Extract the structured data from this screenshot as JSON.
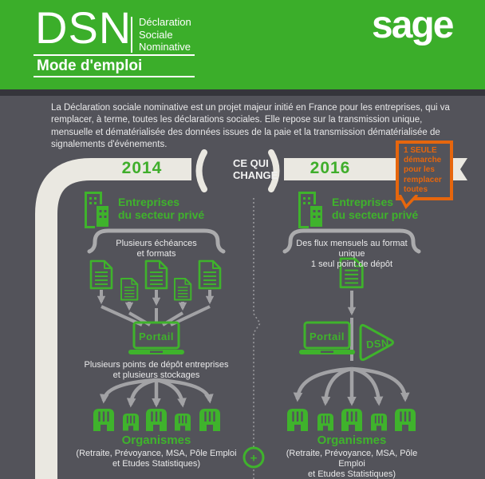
{
  "header": {
    "logo": "DSN",
    "logo_sub": [
      "Déclaration",
      "Sociale",
      "Nominative"
    ],
    "tagline": "Mode d'emploi",
    "brand": "sage"
  },
  "intro": "La Déclaration sociale nominative est un projet majeur initié en France pour les entreprises, qui va remplacer, à terme, toutes les déclarations sociales. Elle repose sur la transmission unique, mensuelle et dématérialisée des données issues de la paie et la transmission dématérialisée de signalements d'événements.",
  "timeline": {
    "year_left": "2014",
    "center": [
      "CE QUI",
      "CHANGE"
    ],
    "year_right": "2016",
    "callout_lines": [
      "1 SEULE",
      "démarche",
      "pour les",
      "remplacer",
      "toutes"
    ]
  },
  "divider": {
    "plus": "+"
  },
  "col2014": {
    "title": [
      "Entreprises",
      "du secteur privé"
    ],
    "brace": [
      "Plusieurs échéances",
      "et formats"
    ],
    "portal": "Portail",
    "deposit": [
      "Plusieurs points de dépôt entreprises",
      "et plusieurs stockages"
    ],
    "organisms": "Organismes",
    "organisms_detail": [
      "(Retraite, Prévoyance, MSA, Pôle Emploi",
      "et Etudes Statistiques)"
    ]
  },
  "col2016": {
    "title": [
      "Entreprises",
      "du secteur privé"
    ],
    "brace": [
      "Des flux mensuels au format unique",
      "1 seul point de dépôt"
    ],
    "portal": "Portail",
    "dsn": "DSN",
    "organisms": "Organismes",
    "organisms_detail": [
      "(Retraite, Prévoyance, MSA, Pôle Emploi",
      "et Etudes Statistiques)"
    ]
  },
  "colors": {
    "header_green": "#3BAE2A",
    "accent_green": "#3FB32C",
    "background": "#53535A",
    "band_cream": "#EAE8E1",
    "orange": "#E6660D",
    "arrow_gray": "#A2A2A5",
    "text_white": "#E9E9EA"
  },
  "icons": {
    "building": "building-icon",
    "document": "document-icon",
    "laptop": "laptop-portal-icon",
    "dsn_play": "dsn-play-icon",
    "bank": "bank-icon",
    "plus": "plus-icon",
    "speech_bubble": "speech-bubble-icon",
    "ribbon_fork": "ribbon-fork-icon"
  }
}
